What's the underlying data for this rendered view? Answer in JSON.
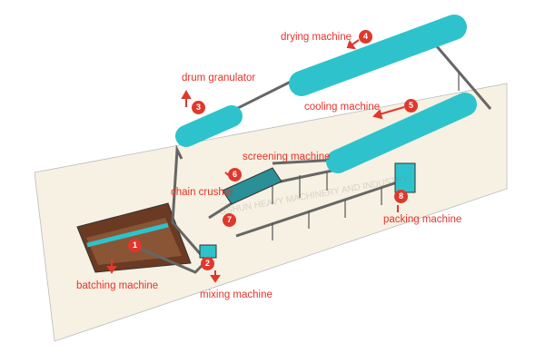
{
  "colors": {
    "machine": "#2ec3cc",
    "label": "#e8322a",
    "platform": "#f6f1e2",
    "pit": "#6b3a22"
  },
  "machines": [
    {
      "num": "1",
      "label": "batching machine"
    },
    {
      "num": "2",
      "label": "mixing machine"
    },
    {
      "num": "3",
      "label": "drum granulator"
    },
    {
      "num": "4",
      "label": "drying machine"
    },
    {
      "num": "5",
      "label": "cooling machine"
    },
    {
      "num": "6",
      "label": "screening machine"
    },
    {
      "num": "7",
      "label": "chain crusher"
    },
    {
      "num": "8",
      "label": "packing machine"
    }
  ],
  "watermark": "GSHUN HEAVY MACHINERY AND INDUSTRY"
}
